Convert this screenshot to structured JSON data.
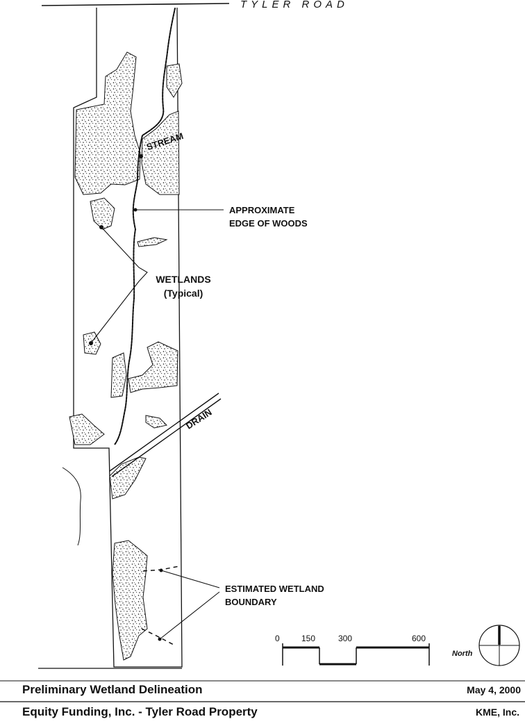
{
  "road_label": "TYLER ROAD",
  "labels": {
    "stream": "STREAM",
    "drain": "DRAIN",
    "edge_of_woods_line1": "APPROXIMATE",
    "edge_of_woods_line2": "EDGE OF WOODS",
    "wetlands_line1": "WETLANDS",
    "wetlands_line2": "(Typical)",
    "estimated_boundary_line1": "ESTIMATED WETLAND",
    "estimated_boundary_line2": "BOUNDARY"
  },
  "scale_bar": {
    "ticks": [
      "0",
      "150",
      "300",
      "600"
    ]
  },
  "north_arrow": {
    "label": "North"
  },
  "title_block": {
    "title": "Preliminary Wetland Delineation",
    "date": "May 4, 2000",
    "subtitle": "Equity Funding, Inc. - Tyler Road Property",
    "company": "KME, Inc."
  },
  "colors": {
    "ink": "#111111",
    "paper": "#ffffff"
  }
}
